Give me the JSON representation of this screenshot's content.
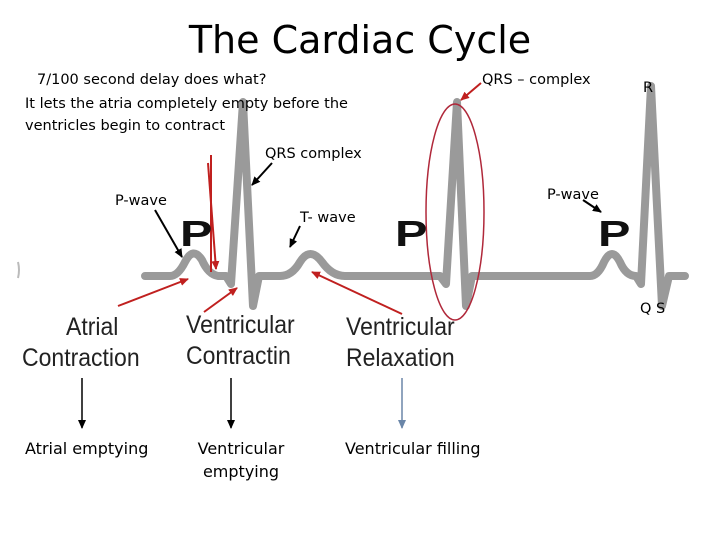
{
  "title": "The Cardiac Cycle",
  "notes": {
    "delay_question": "7/100 second delay does what?",
    "delay_answer_1": "It lets the atria completely empty before the",
    "delay_answer_2": "ventricles begin to contract",
    "qrs_complex_mid": "QRS complex",
    "qrs_complex_top": "QRS – complex",
    "r_label": "R",
    "p_wave_left": "P-wave",
    "t_wave": "T- wave",
    "p_wave_right": "P-wave",
    "qs_label": "Q S"
  },
  "wave_letters": [
    "P",
    "P",
    "P"
  ],
  "phases": {
    "atrial_1": "Atrial",
    "atrial_2": "Contraction",
    "ventricular_contraction_1": "Ventricular",
    "ventricular_contraction_2": "Contractin",
    "ventricular_relaxation_1": "Ventricular",
    "ventricular_relaxation_2": "Relaxation"
  },
  "outcomes": {
    "atrial_emptying": "Atrial emptying",
    "ventricular_emptying_1": "Ventricular",
    "ventricular_emptying_2": "emptying",
    "ventricular_filling": "Ventricular filling"
  },
  "colors": {
    "trace": "#9a9a9a",
    "red_arrow": "#c0201f",
    "black_arrow": "#000000",
    "blue_arrow": "#6a86a8",
    "circle": "#b0283a"
  }
}
